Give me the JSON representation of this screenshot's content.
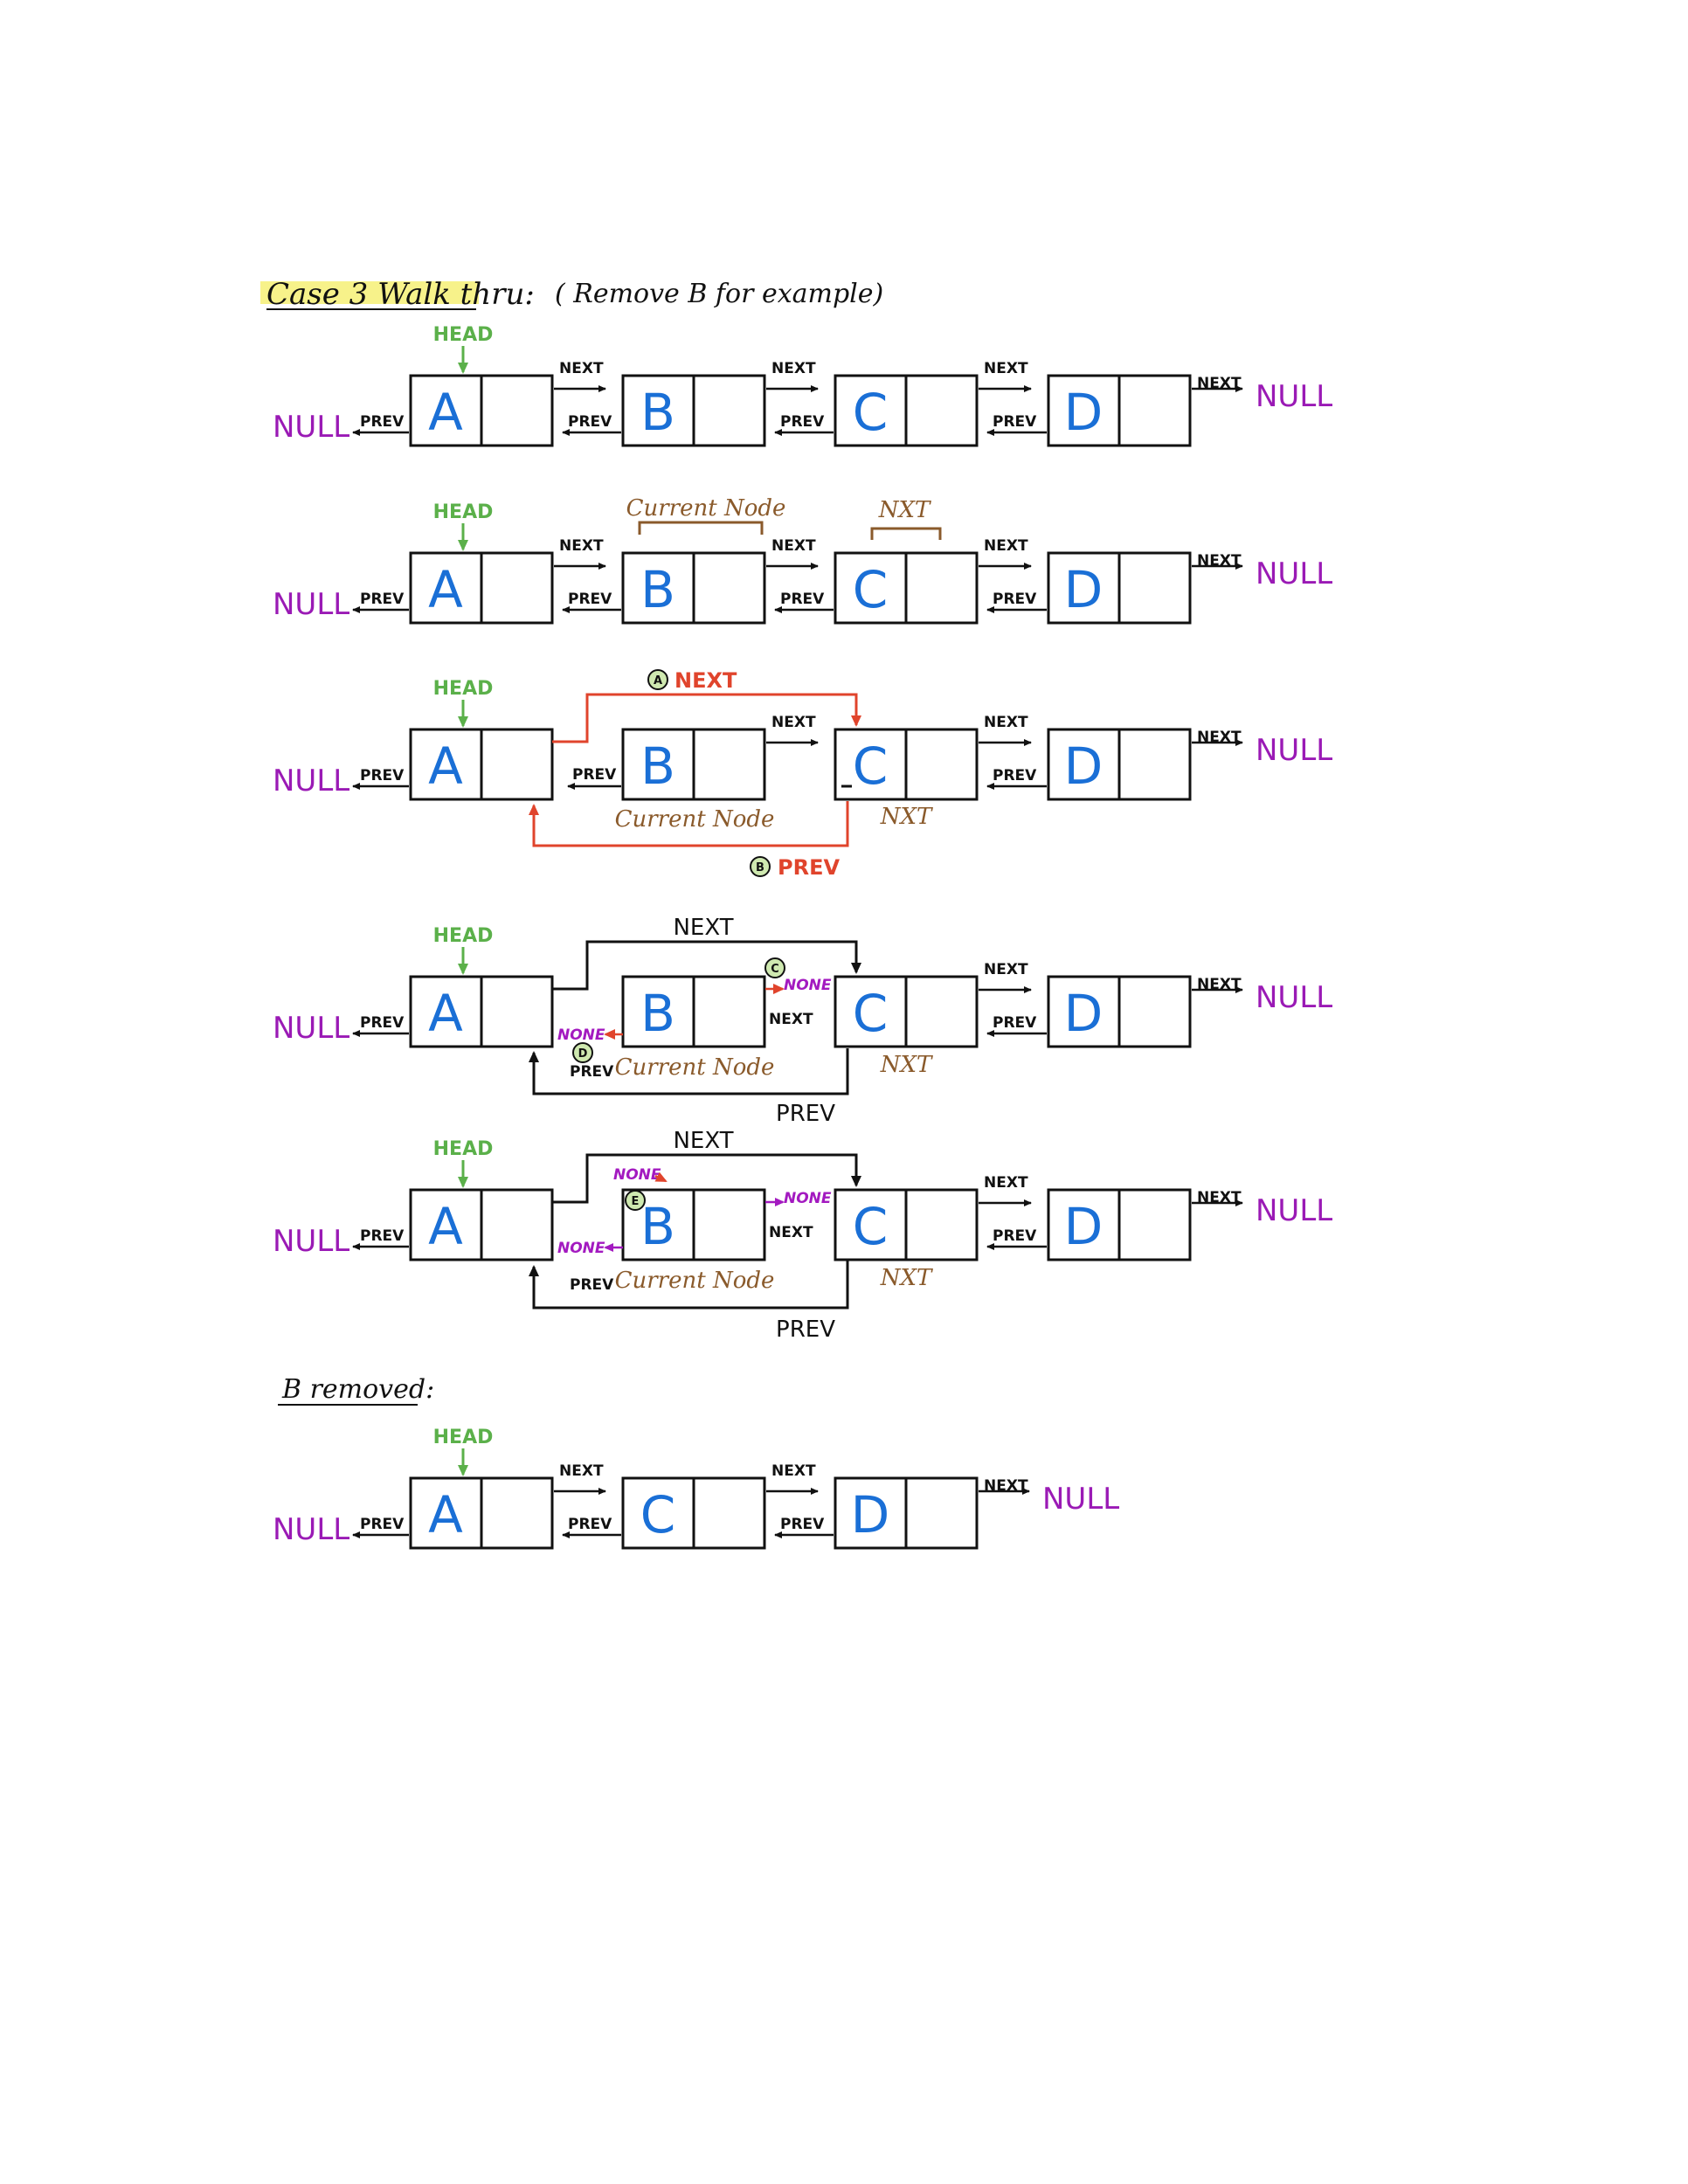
{
  "title": "Case 3 Walk thru:",
  "subtitle": "( Remove  B  for  example)",
  "removed_title": "B removed:",
  "labels": {
    "head": "HEAD",
    "next": "NEXT",
    "prev": "PREV",
    "null": "NULL",
    "none": "NONE",
    "current_node": "Current Node",
    "nxt": "NXT"
  },
  "steps": {
    "a": "A",
    "b": "B",
    "c": "C",
    "d": "D",
    "e": "E"
  },
  "colors": {
    "node_letter": "#1a6fd6",
    "null": "#9a1ab5",
    "head": "#5bb04a",
    "current_node": "#8a5a2b",
    "highlight_arrow": "#e0442c",
    "title_highlight": "#f7f28a"
  },
  "rows": [
    {
      "nodes": [
        "A",
        "B",
        "C",
        "D"
      ]
    },
    {
      "nodes": [
        "A",
        "B",
        "C",
        "D"
      ]
    },
    {
      "nodes": [
        "A",
        "B",
        "C",
        "D"
      ]
    },
    {
      "nodes": [
        "A",
        "B",
        "C",
        "D"
      ]
    },
    {
      "nodes": [
        "A",
        "B",
        "C",
        "D"
      ]
    },
    {
      "nodes": [
        "A",
        "C",
        "D"
      ]
    }
  ]
}
